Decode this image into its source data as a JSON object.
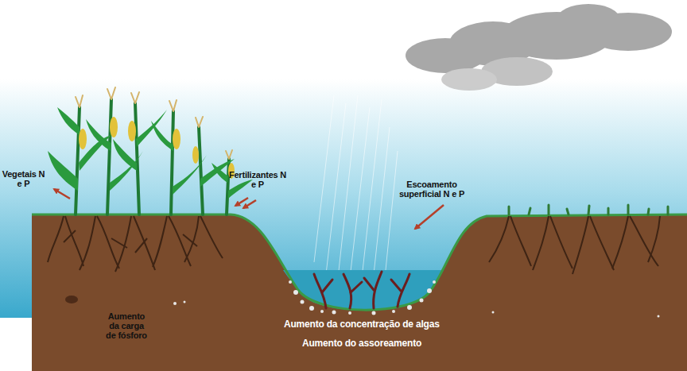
{
  "diagram": {
    "labels": [
      "Vegetais N e P",
      "Fertilizantes N e P",
      "Escoamento superficial N e P",
      "Aumento da carga de fósforo",
      "Aumento da concentração de algas",
      "Aumento do assoreamento"
    ]
  }
}
